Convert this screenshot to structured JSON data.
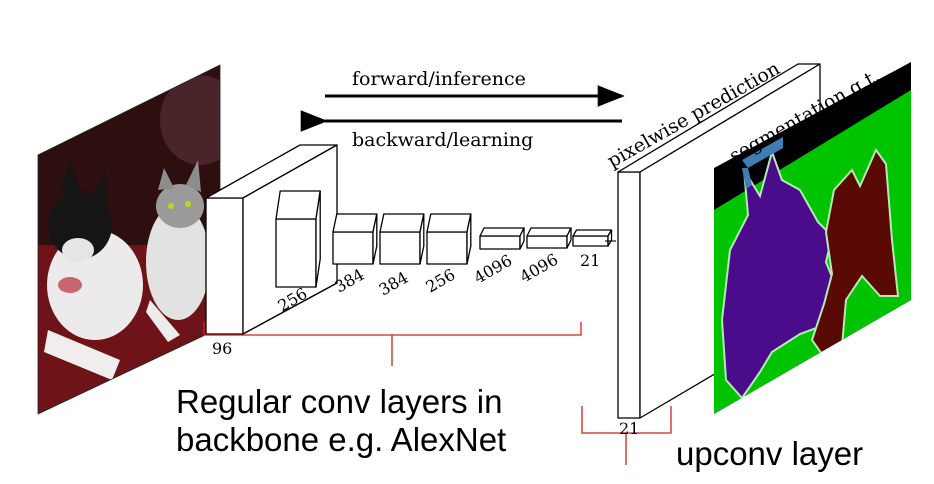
{
  "arrows": {
    "forward_label": "forward/inference",
    "backward_label": "backward/learning"
  },
  "layers": {
    "input_width_label": "96",
    "block_labels": [
      "256",
      "384",
      "384",
      "256",
      "4096",
      "4096",
      "21"
    ],
    "output_label": "21"
  },
  "panels": {
    "prediction_label": "pixelwise prediction",
    "ground_truth_label": "segmentation g.t."
  },
  "captions": {
    "backbone_line1": "Regular conv layers in",
    "backbone_line2": "backbone e.g. AlexNet",
    "upconv": "upconv layer"
  },
  "colors": {
    "brace": "#d21f1f",
    "gt_background": "#00c400",
    "gt_dog": "#4a0c8a",
    "gt_cat": "#5a0a05",
    "gt_border": "#b7e9b7",
    "gt_label_box": "#3f7db3"
  }
}
